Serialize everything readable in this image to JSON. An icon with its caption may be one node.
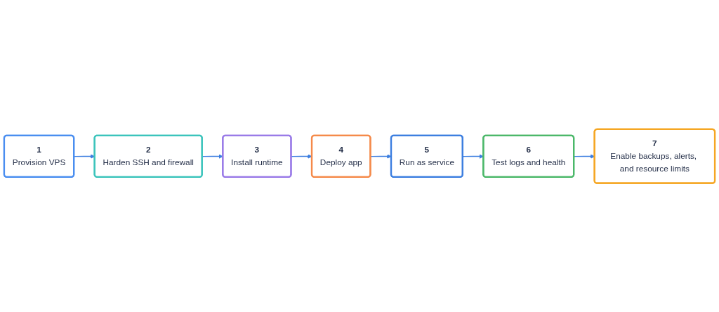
{
  "diagram": {
    "nodes": [
      {
        "text": [
          "1",
          "Provision VPS"
        ]
      },
      {
        "text": [
          "2",
          "Harden SSH and firewall"
        ]
      },
      {
        "text": [
          "3",
          "Install runtime"
        ]
      },
      {
        "text": [
          "4",
          "Deploy app"
        ]
      },
      {
        "text": [
          "5",
          "Run as service"
        ]
      },
      {
        "text": [
          "6",
          "Test logs and health"
        ]
      },
      {
        "text": [
          "7",
          "Enable backups, alerts, and resource limits"
        ]
      }
    ],
    "edges": [
      {
        "from": 0,
        "to": 1,
        "arrow": "to"
      },
      {
        "from": 1,
        "to": 2,
        "arrow": "to"
      },
      {
        "from": 2,
        "to": 3,
        "arrow": "to"
      },
      {
        "from": 3,
        "to": 4,
        "arrow": "to"
      },
      {
        "from": 4,
        "to": 5,
        "arrow": "to"
      },
      {
        "from": 5,
        "to": 6,
        "arrow": "to"
      }
    ]
  }
}
